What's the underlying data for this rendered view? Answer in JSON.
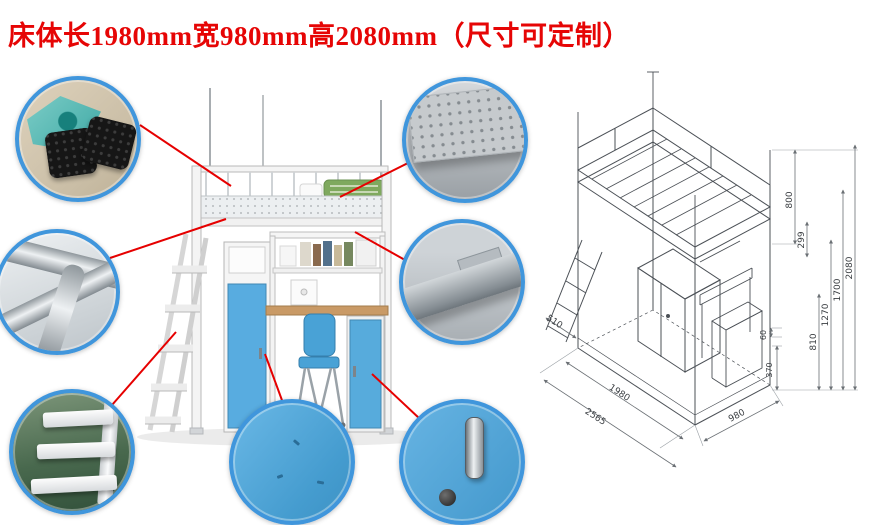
{
  "title": {
    "text": "床体长1980mm宽980mm高2080mm（尺寸可定制）",
    "color": "#e60505"
  },
  "product": {
    "name": "student-loft-bed-with-desk-and-wardrobe",
    "colors": {
      "frame_white": "#f4f4f4",
      "panel_blue": "#57abdc",
      "desk_wood": "#c99a66",
      "chair_blue": "#49a2d6",
      "callout_ring": "#4096dc",
      "connector_red": "#e60000"
    }
  },
  "callouts": [
    {
      "id": "foot-pads",
      "icon": "rubber-foot-pad-photo"
    },
    {
      "id": "tube-joints",
      "icon": "steel-tube-joint-photo"
    },
    {
      "id": "ladder-steps",
      "icon": "ladder-step-photo"
    },
    {
      "id": "perforated-panel",
      "icon": "perforated-bed-panel-photo"
    },
    {
      "id": "beam-bracket",
      "icon": "steel-beam-bracket-photo"
    },
    {
      "id": "blue-panel",
      "icon": "blue-door-panel-photo"
    },
    {
      "id": "door-handle",
      "icon": "door-handle-photo"
    }
  ],
  "tech_drawing": {
    "dims": {
      "d800": "800",
      "d299": "299",
      "d810": "810",
      "d1270": "1270",
      "d1700": "1700",
      "d2080": "2080",
      "d60": "60",
      "d370": "370",
      "d510": "510",
      "d2565": "2565",
      "d1980": "1980",
      "d980": "980"
    }
  }
}
